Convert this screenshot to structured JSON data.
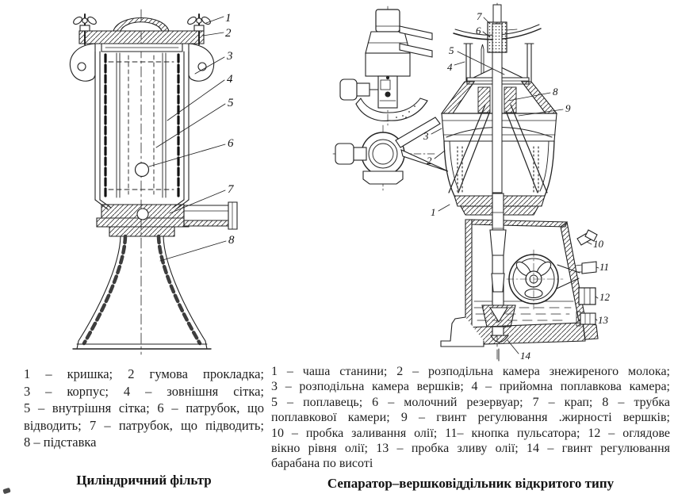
{
  "colors": {
    "ink": "#222222",
    "paper": "#ffffff"
  },
  "figures": [
    {
      "id": "cylindrical-filter",
      "title": "Циліндричний фільтр",
      "caption_lines": [
        "1 – кришка; 2 гумова прокладка;",
        "3 – корпус; 4 – зовнішня сітка;",
        "5 – внутрішня сітка; 6 – патрубок, що",
        "відводить; 7 – патрубок, що підводить;",
        "8 – підставка"
      ],
      "part_labels": [
        "1",
        "2",
        "3",
        "4",
        "5",
        "6",
        "7",
        "8"
      ]
    },
    {
      "id": "open-type-cream-separator",
      "title": "Сепаратор–вершковіддільник відкритого типу",
      "caption_lines": [
        "1 – чаша станини; 2 – розподільна камера знежиреного молока;",
        "3 – розподільна камера вершків; 4 – прийомна поплавкова камера;",
        "5 – поплавець; 6 – молочний резервуар; 7 – крап; 8 – трубка",
        "поплавкової камери; 9 – гвинт регулювання .жирності вершків;",
        "10 – пробка заливання олії; 11– кнопка пульсатора; 12 – оглядове",
        "вікно рівня олії; 13 – пробка зливу олії; 14 – гвинт регулювання",
        "барабана по висоті"
      ],
      "part_labels": [
        "1",
        "2",
        "3",
        "4",
        "5",
        "6",
        "7",
        "8",
        "9",
        "10",
        "11",
        "12",
        "13",
        "14"
      ]
    }
  ]
}
